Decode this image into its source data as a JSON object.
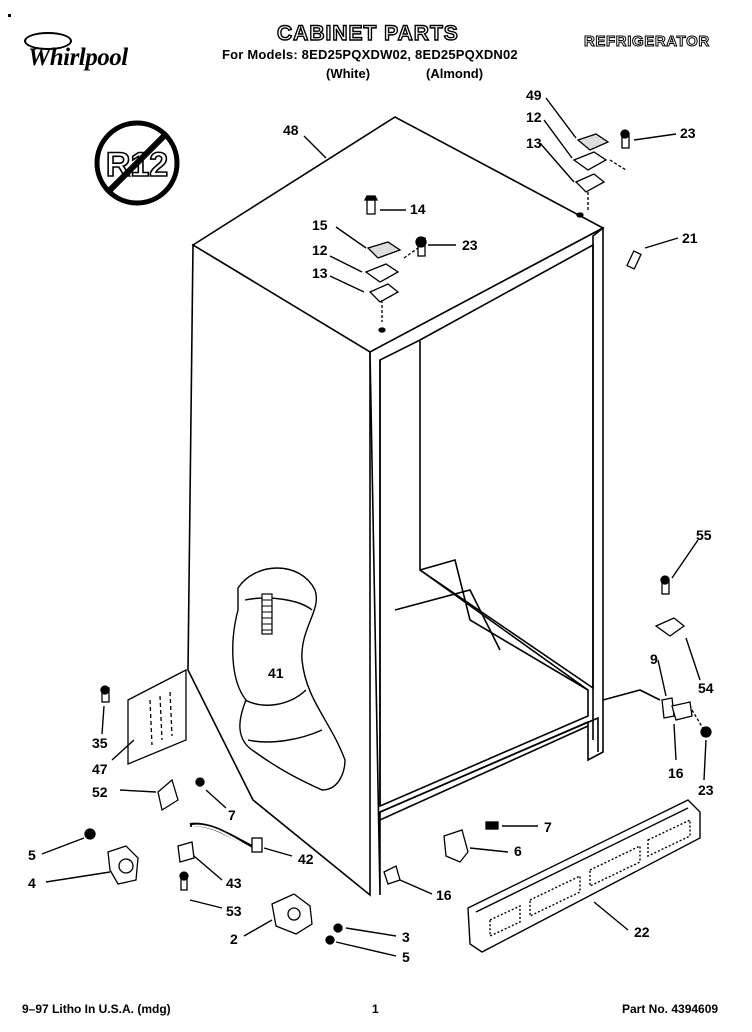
{
  "header": {
    "brand": "Whirlpool",
    "title": "CABINET PARTS",
    "models": "For Models: 8ED25PQXDW02, 8ED25PQXDN02",
    "white_label": "(White)",
    "almond_label": "(Almond)",
    "category": "REFRIGERATOR"
  },
  "badge": {
    "text": "R12"
  },
  "callouts": [
    {
      "id": "c48",
      "text": "48"
    },
    {
      "id": "c15",
      "text": "15"
    },
    {
      "id": "c14",
      "text": "14"
    },
    {
      "id": "c12a",
      "text": "12"
    },
    {
      "id": "c13a",
      "text": "13"
    },
    {
      "id": "c23a",
      "text": "23"
    },
    {
      "id": "c49",
      "text": "49"
    },
    {
      "id": "c12b",
      "text": "12"
    },
    {
      "id": "c13b",
      "text": "13"
    },
    {
      "id": "c23b",
      "text": "23"
    },
    {
      "id": "c21",
      "text": "21"
    },
    {
      "id": "c41",
      "text": "41"
    },
    {
      "id": "c55",
      "text": "55"
    },
    {
      "id": "c54",
      "text": "54"
    },
    {
      "id": "c9",
      "text": "9"
    },
    {
      "id": "c16a",
      "text": "16"
    },
    {
      "id": "c23c",
      "text": "23"
    },
    {
      "id": "c35",
      "text": "35"
    },
    {
      "id": "c47",
      "text": "47"
    },
    {
      "id": "c52",
      "text": "52"
    },
    {
      "id": "c7a",
      "text": "7"
    },
    {
      "id": "c5a",
      "text": "5"
    },
    {
      "id": "c4",
      "text": "4"
    },
    {
      "id": "c42",
      "text": "42"
    },
    {
      "id": "c43",
      "text": "43"
    },
    {
      "id": "c53",
      "text": "53"
    },
    {
      "id": "c2",
      "text": "2"
    },
    {
      "id": "c3",
      "text": "3"
    },
    {
      "id": "c5b",
      "text": "5"
    },
    {
      "id": "c7b",
      "text": "7"
    },
    {
      "id": "c6",
      "text": "6"
    },
    {
      "id": "c16b",
      "text": "16"
    },
    {
      "id": "c22",
      "text": "22"
    }
  ],
  "footer": {
    "litho": "9–97 Litho In U.S.A. (mdg)",
    "page": "1",
    "part_no": "Part No. 4394609"
  }
}
